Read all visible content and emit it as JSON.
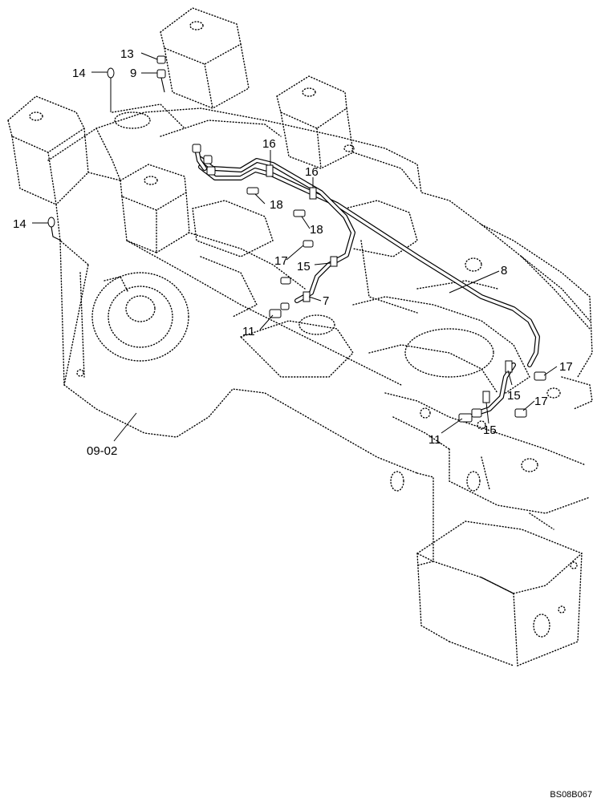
{
  "diagram": {
    "drawing_code": "BS08B067",
    "callouts": [
      {
        "id": "c13",
        "text": "13"
      },
      {
        "id": "c14a",
        "text": "14"
      },
      {
        "id": "c9",
        "text": "9"
      },
      {
        "id": "c14b",
        "text": "14"
      },
      {
        "id": "c16a",
        "text": "16"
      },
      {
        "id": "c16b",
        "text": "16"
      },
      {
        "id": "c18a",
        "text": "18"
      },
      {
        "id": "c18b",
        "text": "18"
      },
      {
        "id": "c17a",
        "text": "17"
      },
      {
        "id": "c15a",
        "text": "15"
      },
      {
        "id": "c7",
        "text": "7"
      },
      {
        "id": "c11a",
        "text": "11"
      },
      {
        "id": "c8",
        "text": "8"
      },
      {
        "id": "c17b",
        "text": "17"
      },
      {
        "id": "c15b",
        "text": "15"
      },
      {
        "id": "c17c",
        "text": "17"
      },
      {
        "id": "c15c",
        "text": "15"
      },
      {
        "id": "c11b",
        "text": "11"
      },
      {
        "id": "cref",
        "text": "09-02"
      }
    ]
  }
}
